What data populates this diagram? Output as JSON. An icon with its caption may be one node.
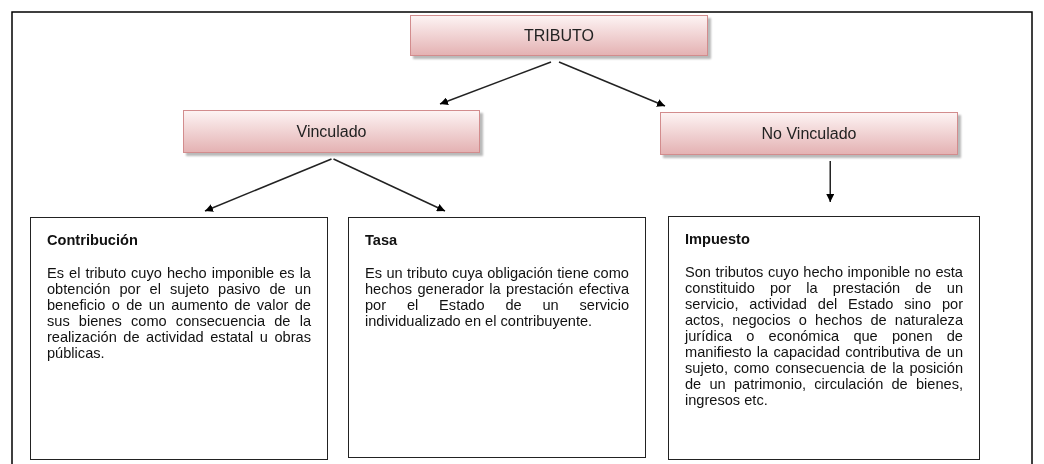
{
  "diagram": {
    "nodes": [
      {
        "text": [
          "TRIBUTO"
        ]
      },
      {
        "text": [
          "Vinculado"
        ]
      },
      {
        "text": [
          "No Vinculado"
        ]
      },
      {
        "text": [
          "Contribución",
          "Es el tributo cuyo hecho imponible es la obtención por el sujeto pasivo de un beneficio o de un aumento de valor de sus bienes como consecuencia de la realización de actividad estatal u obras públicas."
        ]
      },
      {
        "text": [
          "Tasa",
          "Es un tributo cuya obligación tiene como hechos generador la prestación efectiva por el Estado de un servicio individualizado en el contribuyente."
        ]
      },
      {
        "text": [
          "Impuesto",
          "Son tributos cuyo hecho imponible no esta constituido por la prestación de un servicio, actividad del Estado sino por actos, negocios o hechos de naturaleza jurídica o económica que ponen de manifiesto la capacidad contributiva de un sujeto, como consecuencia de la posición de un patrimonio, circulación de bienes, ingresos etc."
        ]
      }
    ],
    "edges": [
      {
        "from": 0,
        "to": 1,
        "arrow": "to"
      },
      {
        "from": 0,
        "to": 2,
        "arrow": "to"
      },
      {
        "from": 1,
        "to": 3,
        "arrow": "to"
      },
      {
        "from": 1,
        "to": 4,
        "arrow": "to"
      },
      {
        "from": 2,
        "to": 5,
        "arrow": "to"
      }
    ]
  }
}
